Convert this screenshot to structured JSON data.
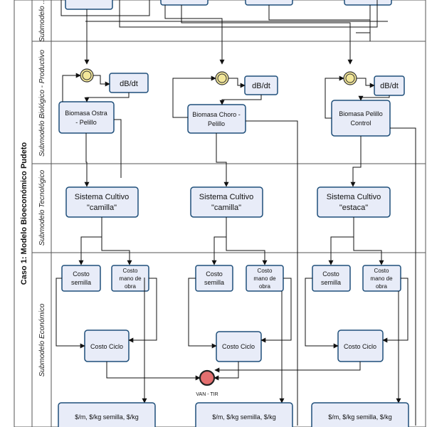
{
  "pool": {
    "title": "Caso 1: Modelo Bioeconómico Pudeto"
  },
  "lanes": {
    "top": "Submodelo ...",
    "biologico": "Submodelo Biológico - Productivo",
    "tecnologico": "Submodelo Tecnológico",
    "economico": "Submodelo Económico"
  },
  "biologico": {
    "rate_label": "dB/dt",
    "biomasa_1": [
      "Biomasa Ostra",
      "- Pelillo"
    ],
    "biomasa_2": [
      "Biomasa Choro -",
      "Pelillo"
    ],
    "biomasa_3": [
      "Biomasa Pelillo",
      "Control"
    ]
  },
  "tecnologico": {
    "sistema_1": [
      "Sistema Cultivo",
      "\"camilla\""
    ],
    "sistema_2": [
      "Sistema Cultivo",
      "\"camilla\""
    ],
    "sistema_3": [
      "Sistema Cultivo",
      "\"estaca\""
    ]
  },
  "economico": {
    "costo_semilla": [
      "Costo",
      "semilla"
    ],
    "costo_mano_obra": [
      "Costo",
      "mano de",
      "obra"
    ],
    "costo_ciclo": "Costo Ciclo",
    "end_event": "VAN - TIR",
    "precios": "$/m, $/kg semilla, $/kg"
  },
  "colors": {
    "box_fill": "#e8ecf8",
    "box_stroke": "#1f4f7a",
    "gateway_fill": "#f3e79a",
    "end_fill": "#e46f6f"
  }
}
